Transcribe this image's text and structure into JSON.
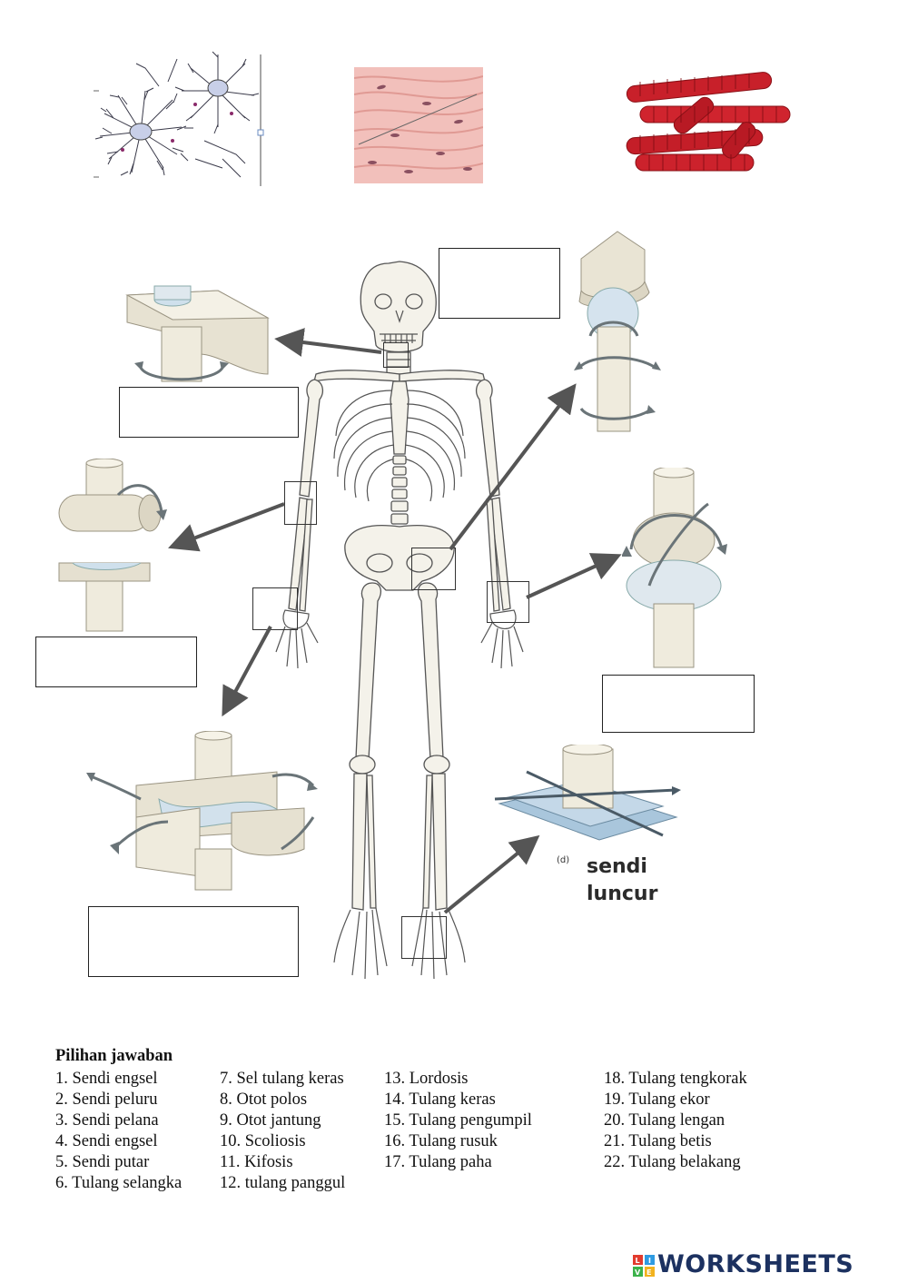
{
  "glide_joint_label": {
    "letter": "(d)",
    "line1": "sendi",
    "line2": "luncur"
  },
  "options": {
    "title": "Pilihan jawaban",
    "columns": [
      [
        "1.  Sendi engsel",
        "2.  Sendi peluru",
        "3.  Sendi pelana",
        "4.  Sendi engsel",
        "5.  Sendi putar",
        "6.  Tulang selangka"
      ],
      [
        "7. Sel tulang keras",
        "8. Otot polos",
        "9. Otot jantung",
        "10. Scoliosis",
        "11. Kifosis",
        "12. tulang panggul"
      ],
      [
        "13. Lordosis",
        "14. Tulang keras",
        "15. Tulang pengumpil",
        "16. Tulang rusuk",
        "17. Tulang paha"
      ],
      [
        "18. Tulang tengkorak",
        "19. Tulang ekor",
        "20. Tulang lengan",
        "21. Tulang betis",
        "22. Tulang belakang"
      ]
    ]
  },
  "brand": {
    "name": "LIVEWORKSHEETS",
    "mark_letters": "LIVE"
  },
  "colors": {
    "bone": "#eeeadc",
    "bone_shade": "#d6d0bc",
    "arrow": "#555555",
    "muscle_red": "#c8202a",
    "smooth_muscle": "#f0b8b4",
    "cartilage": "#c9dcea",
    "brand": "#1c3160"
  },
  "icons": [
    "bone-cell-icon",
    "smooth-muscle-icon",
    "cardiac-muscle-icon",
    "skeleton-icon",
    "pivot-joint-icon",
    "ball-socket-joint-icon",
    "hinge-joint-icon",
    "condyloid-joint-icon",
    "saddle-joint-icon",
    "gliding-joint-icon"
  ]
}
